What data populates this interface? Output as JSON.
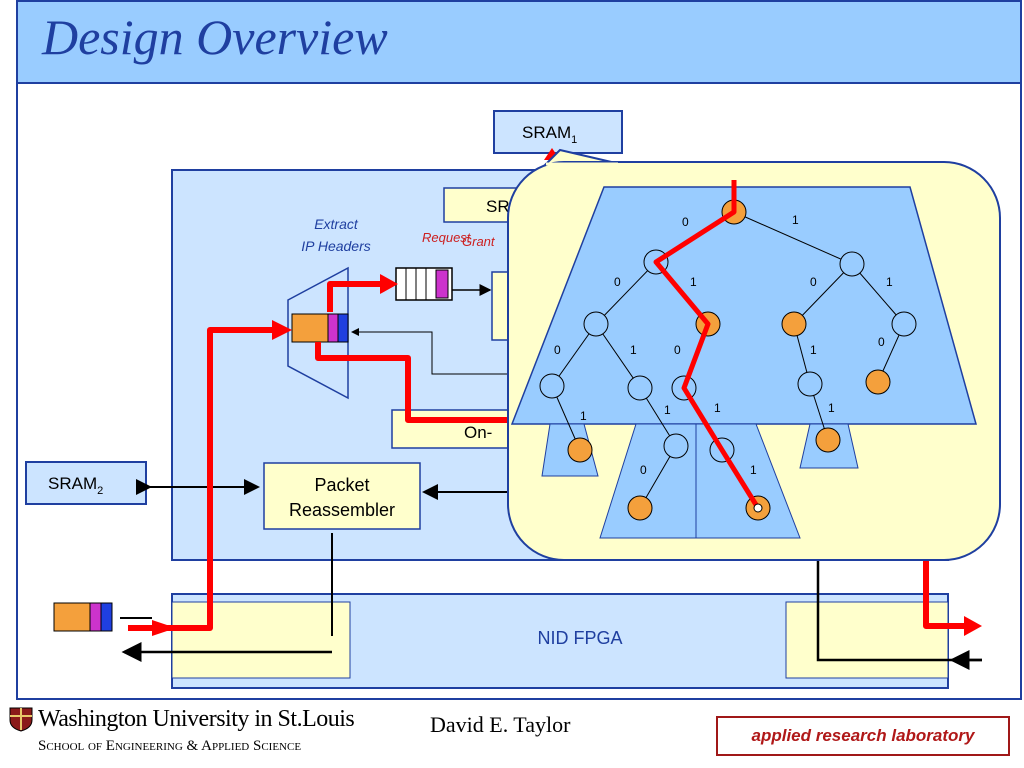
{
  "title": "Design Overview",
  "blocks": {
    "sram1_label": "SRAM",
    "sram1_sub": "1",
    "sram2_label": "SRAM",
    "sram2_sub": "2",
    "extract_line1": "Extract",
    "extract_line2": "IP Headers",
    "request_label": "Request",
    "grant_label": "Grant",
    "reassembler_line1": "Packet",
    "reassembler_line2": "Reassembler",
    "nid_label": "NID FPGA",
    "sr_partial": "SR",
    "onchip_partial": "On-"
  },
  "trie_bits": {
    "root_left": "0",
    "root_right": "1",
    "l1a_left": "0",
    "l1a_right": "1",
    "l1b_left": "0",
    "l1b_right": "1",
    "l2a_left": "0",
    "l2a_right": "1",
    "l2b_left": "0",
    "l2d_right": "1",
    "l2e_left": "0",
    "l3a_right": "1",
    "l3b_right": "1",
    "l3c_right": "1",
    "l3d_right": "1",
    "sub_left": "0",
    "sub_right": "1"
  },
  "footer": {
    "author": "David E. Taylor",
    "university": "Washington University in St.Louis",
    "school": "School of Engineering & Applied Science",
    "lab": "applied research laboratory"
  },
  "colors": {
    "title_bg": "#99ccff",
    "title_text": "#1f3fa0",
    "path_red": "#ff0000",
    "callout_bg": "#ffffcc",
    "trie_blue": "#99ccff",
    "node_orange": "#f4a03c"
  }
}
